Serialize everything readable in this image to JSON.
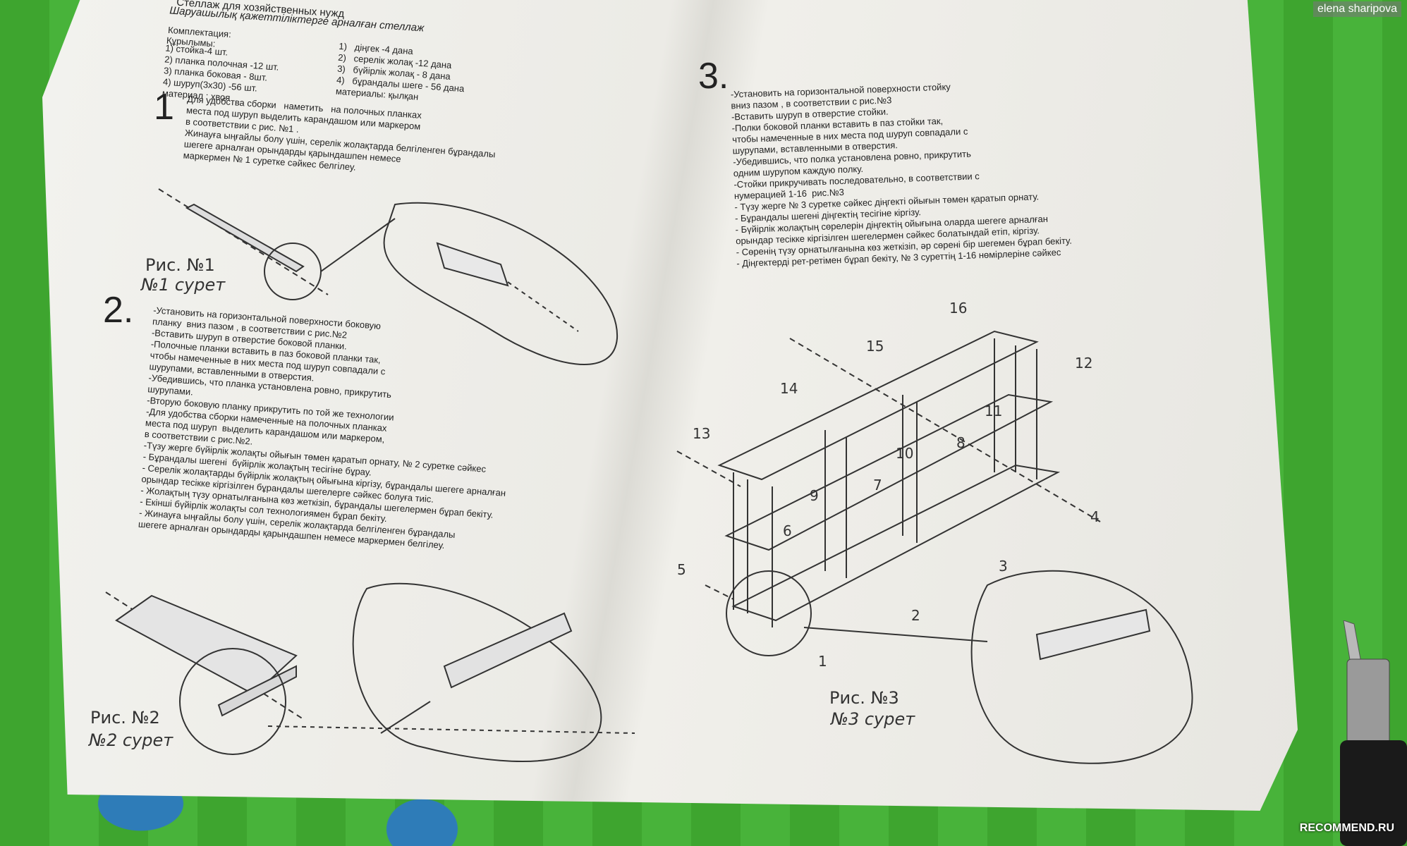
{
  "photo": {
    "credit": "elena sharipova",
    "site": "RECOMMEND.RU"
  },
  "header": {
    "title_ru": "Стеллаж для хозяйственных нужд",
    "title_kz": "Шаруашылық қажеттіліктерге арналған стеллаж",
    "kit_ru": "Комплектация:",
    "kit_kz": "Құрылымы:",
    "items_ru": [
      "1) стойка-4 шт.",
      "2) планка полочная -12 шт.",
      "3) планка боковая - 8шт.",
      "4) шуруп(3х30) -56 шт.",
      "материал : хвоя"
    ],
    "items_kz": [
      "1)   діңгек -4 дана",
      "2)   серелік жолақ -12 дана",
      "3)   бүйірлік жолақ - 8 дана",
      "4)   бұрандалы шеге - 56 дана",
      "материалы: қылқан"
    ]
  },
  "step1": {
    "number": "1",
    "text": [
      "Для удобства сборки   наметить   на полочных планках",
      "места под шуруп выделить карандашом или маркером",
      "в соответствии с рис. №1 .",
      "Жинауға ыңғайлы болу үшін, серелік жолақтарда белгіленген бұрандалы",
      "шегеге арналған орындарды қарындашпен немесе",
      "маркермен № 1 суретке сәйкес белгілеу."
    ],
    "caption_ru": "Рис. №1",
    "caption_kz": "№1 сурет"
  },
  "step2": {
    "number": "2.",
    "text": [
      "-Установить на горизонтальной поверхности боковую",
      "планку  вниз пазом , в соответствии с рис.№2",
      "-Вставить шуруп в отверстие боковой планки.",
      "-Полочные планки вставить в паз боковой планки так,",
      "чтобы намеченные в них места под шуруп совпадали с",
      "шурупами, вставленными в отверстия.",
      "-Убедившись, что планка установлена ровно, прикрутить",
      "шурупами.",
      "-Вторую боковую планку прикрутить по той же технологии",
      "-Для удобства сборки намеченные на полочных планках",
      "места под шуруп  выделить карандашом или маркером,",
      "в соответствии с рис.№2.",
      "-Түзу жерге бүйірлік жолақты ойығын төмен қаратып орнату, № 2 суретке сәйкес",
      "- Бұрандалы шегені  бүйірлік жолақтың тесігіне бұрау.",
      "- Серелік жолақтарды бүйірлік жолақтың ойығына кіргізу, бұрандалы шегеге арналған",
      "орындар тесікке кіргізілген бұрандалы шегелерге сәйкес болуға тиіс.",
      "- Жолақтың түзу орнатылғанына көз жеткізіп, бұрандалы шегелермен бұрап бекіту.",
      "- Екінші бүйірлік жолақты сол технологиямен бұрап бекіту.",
      "- Жинауға ыңғайлы болу үшін, серелік жолақтарда белгіленген бұрандалы",
      "шегеге арналған орындарды қарындашпен немесе маркермен белгілеу."
    ],
    "caption_ru": "Рис. №2",
    "caption_kz": "№2 сурет"
  },
  "step3": {
    "number": "3.",
    "text": [
      "-Установить на горизонтальной поверхности стойку",
      "вниз пазом , в соответствии с рис.№3",
      "-Вставить шуруп в отверстие стойки.",
      "-Полки боковой планки вставить в паз стойки так,",
      "чтобы намеченные в них места под шуруп совпадали с",
      "шурупами, вставленными в отверстия.",
      "-Убедившись, что полка установлена ровно, прикрутить",
      "одним шурупом каждую полку.",
      "-Стойки прикручивать последовательно, в соответствии с",
      "нумерацией 1-16  рис.№3",
      "- Түзу жерге № 3 суретке сәйкес діңгекті ойығын төмен қаратып орнату.",
      "- Бұрандалы шегені діңгектің тесігіне кіргізу.",
      "- Бүйірлік жолақтың сөрелерін діңгектің ойығына оларда шегеге арналған",
      "орындар тесікке кіргізілген шегелермен сәйкес болатындай етіп, кіргізу.",
      "- Сөренің түзу орнатылғанына көз жеткізіп, әр сөрені бір шегемен бұрап бекіту.",
      "- Діңгектерді рет-ретімен бұрап бекіту, № 3 суреттің 1-16 нөмірлеріне сәйкес"
    ],
    "caption_ru": "Рис. №3",
    "caption_kz": "№3 сурет",
    "part_numbers": [
      "1",
      "2",
      "3",
      "4",
      "5",
      "6",
      "7",
      "8",
      "9",
      "10",
      "11",
      "12",
      "13",
      "14",
      "15",
      "16"
    ]
  }
}
